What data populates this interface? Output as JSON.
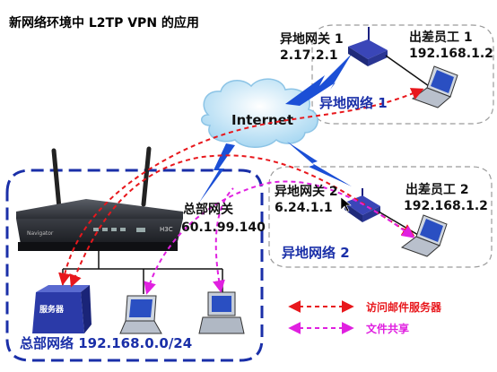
{
  "title": "新网络环境中 L2TP VPN 的应用",
  "cloud_label": "Internet",
  "hq": {
    "gateway_name": "总部网关",
    "gateway_ip": "60.1.99.140",
    "network_label": "总部网络 192.168.0.0/24",
    "server_label": "服务器"
  },
  "remote1": {
    "gateway_name": "异地网关 1",
    "gateway_ip": "2.17.2.1",
    "employee_name": "出差员工 1",
    "employee_ip": "192.168.1.2",
    "network_label": "异地网络 1"
  },
  "remote2": {
    "gateway_name": "异地网关 2",
    "gateway_ip": "6.24.1.1",
    "employee_name": "出差员工 2",
    "employee_ip": "192.168.1.2",
    "network_label": "异地网络 2"
  },
  "legend": {
    "mail_label": "访问邮件服务器",
    "share_label": "文件共享"
  },
  "colors": {
    "hq_border": "#1a2fa8",
    "label_blue": "#1a2fa8",
    "mail_arrow": "#e8171c",
    "share_arrow": "#e020e0",
    "lightning": "#1b4fd6",
    "cloud": "#bfe3f7"
  }
}
